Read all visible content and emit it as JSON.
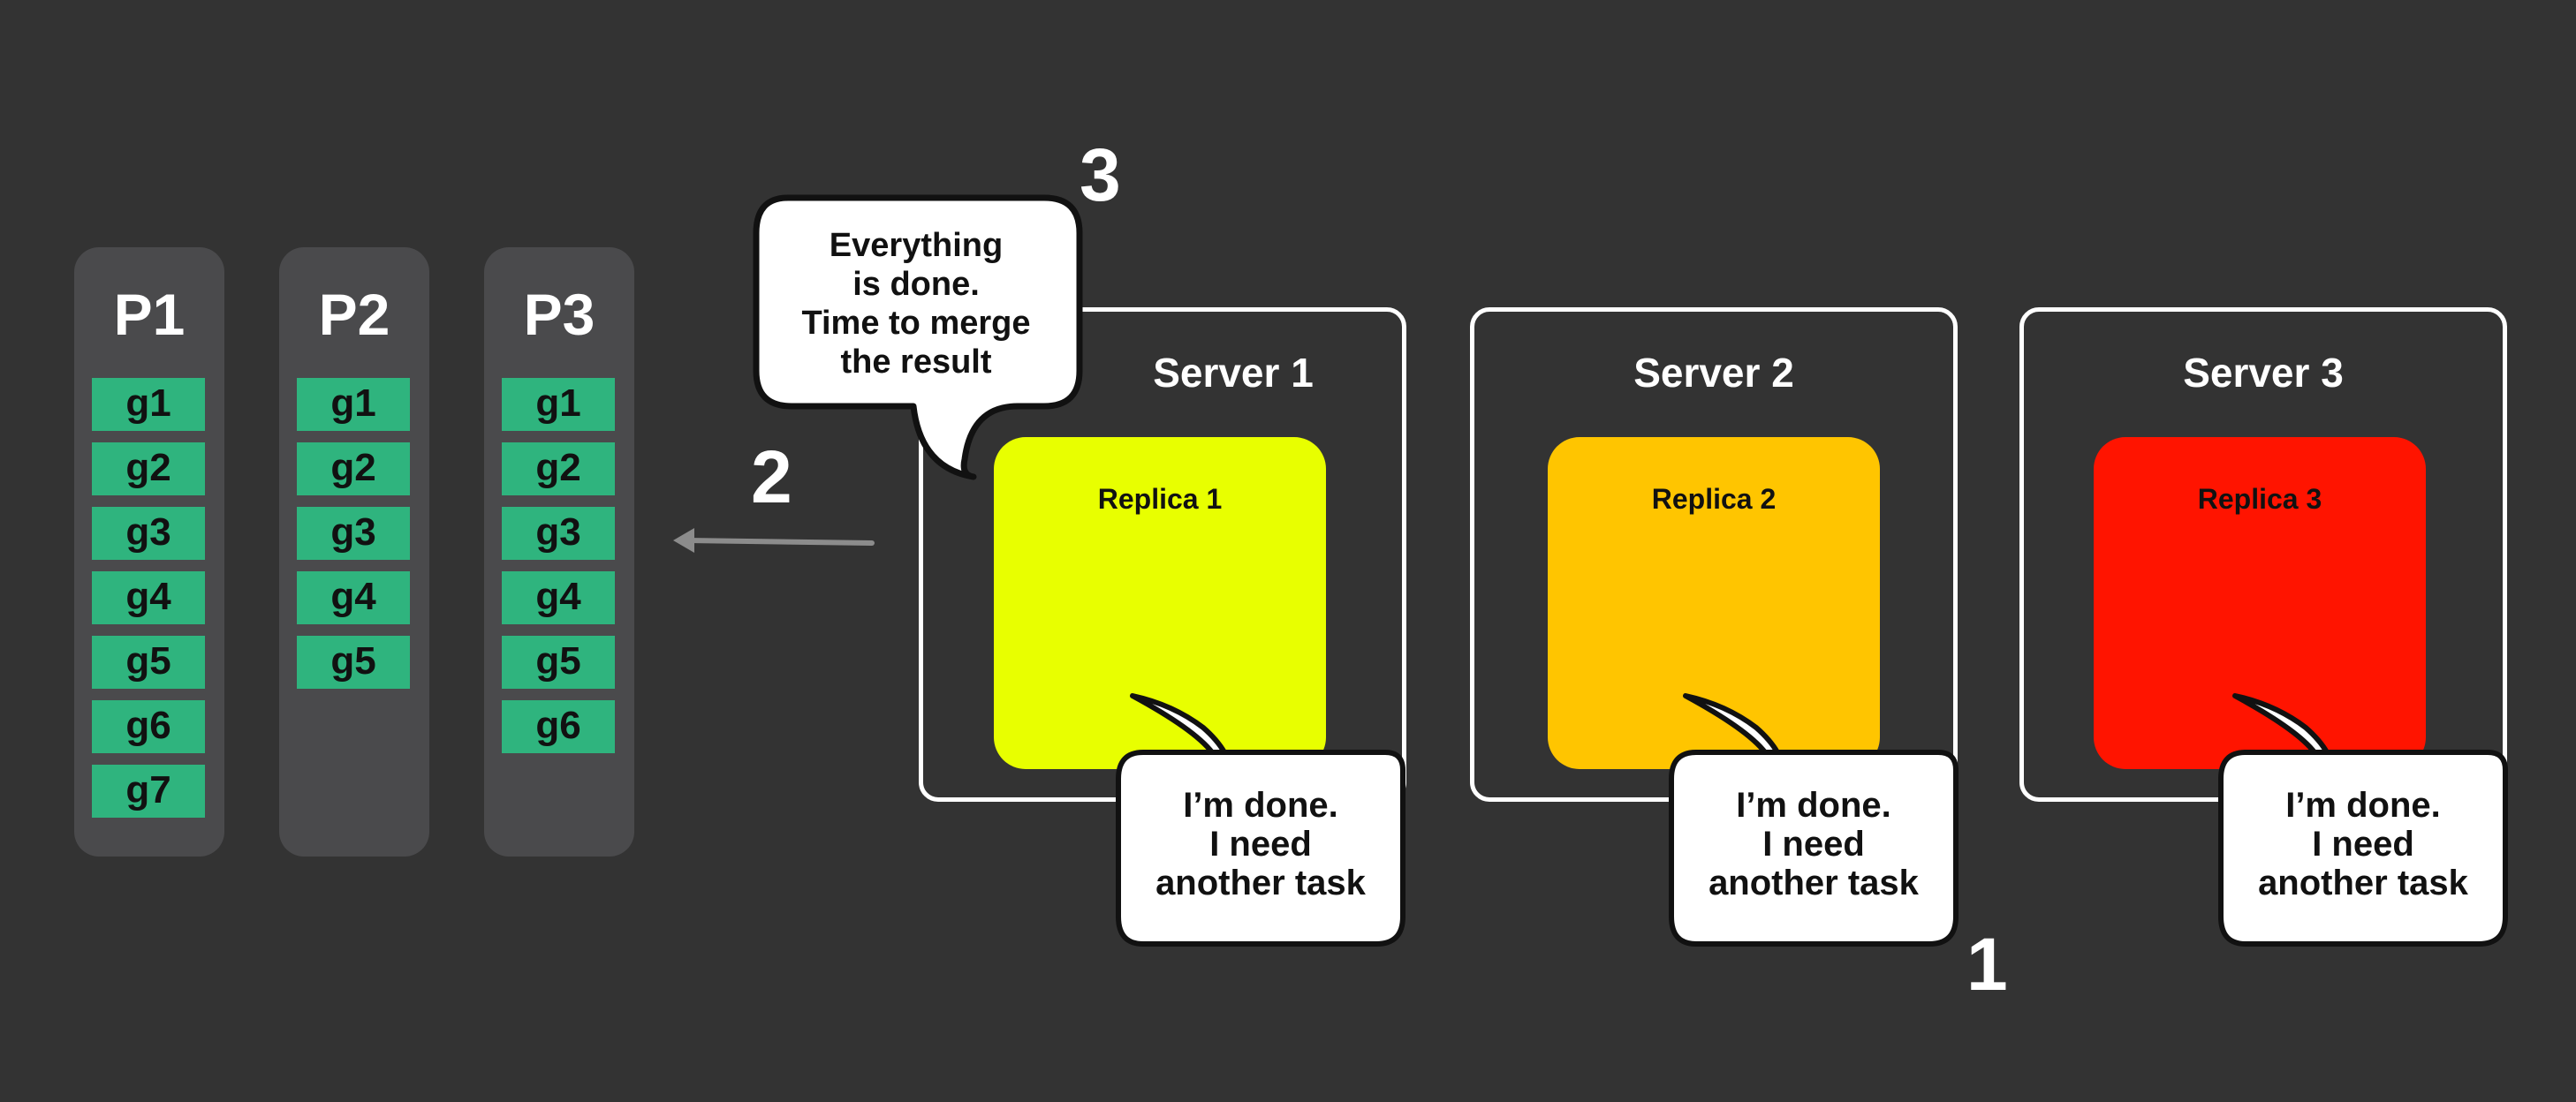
{
  "partitions": [
    {
      "label": "P1",
      "chunks": [
        "g1",
        "g2",
        "g3",
        "g4",
        "g5",
        "g6",
        "g7"
      ]
    },
    {
      "label": "P2",
      "chunks": [
        "g1",
        "g2",
        "g3",
        "g4",
        "g5"
      ]
    },
    {
      "label": "P3",
      "chunks": [
        "g1",
        "g2",
        "g3",
        "g4",
        "g5",
        "g6"
      ]
    }
  ],
  "servers": [
    {
      "title": "Server 1",
      "replica": "Replica 1",
      "replica_color": "#e8ff00",
      "bubble_lines": [
        "I’m done.",
        "I need",
        "another task"
      ]
    },
    {
      "title": "Server 2",
      "replica": "Replica 2",
      "replica_color": "#ffc500",
      "bubble_lines": [
        "I’m done.",
        "I need",
        "another task"
      ]
    },
    {
      "title": "Server 3",
      "replica": "Replica 3",
      "replica_color": "#ff1400",
      "bubble_lines": [
        "I’m done.",
        "I need",
        "another task"
      ]
    }
  ],
  "merge_bubble": {
    "lines": [
      "Everything",
      "is done.",
      "Time to merge",
      "the result"
    ]
  },
  "steps": {
    "one": "1",
    "two": "2",
    "three": "3"
  },
  "colors": {
    "background": "#333333",
    "partition": "#4a4a4c",
    "chunk": "#2fb47e",
    "arrow": "#8c8c8c"
  }
}
